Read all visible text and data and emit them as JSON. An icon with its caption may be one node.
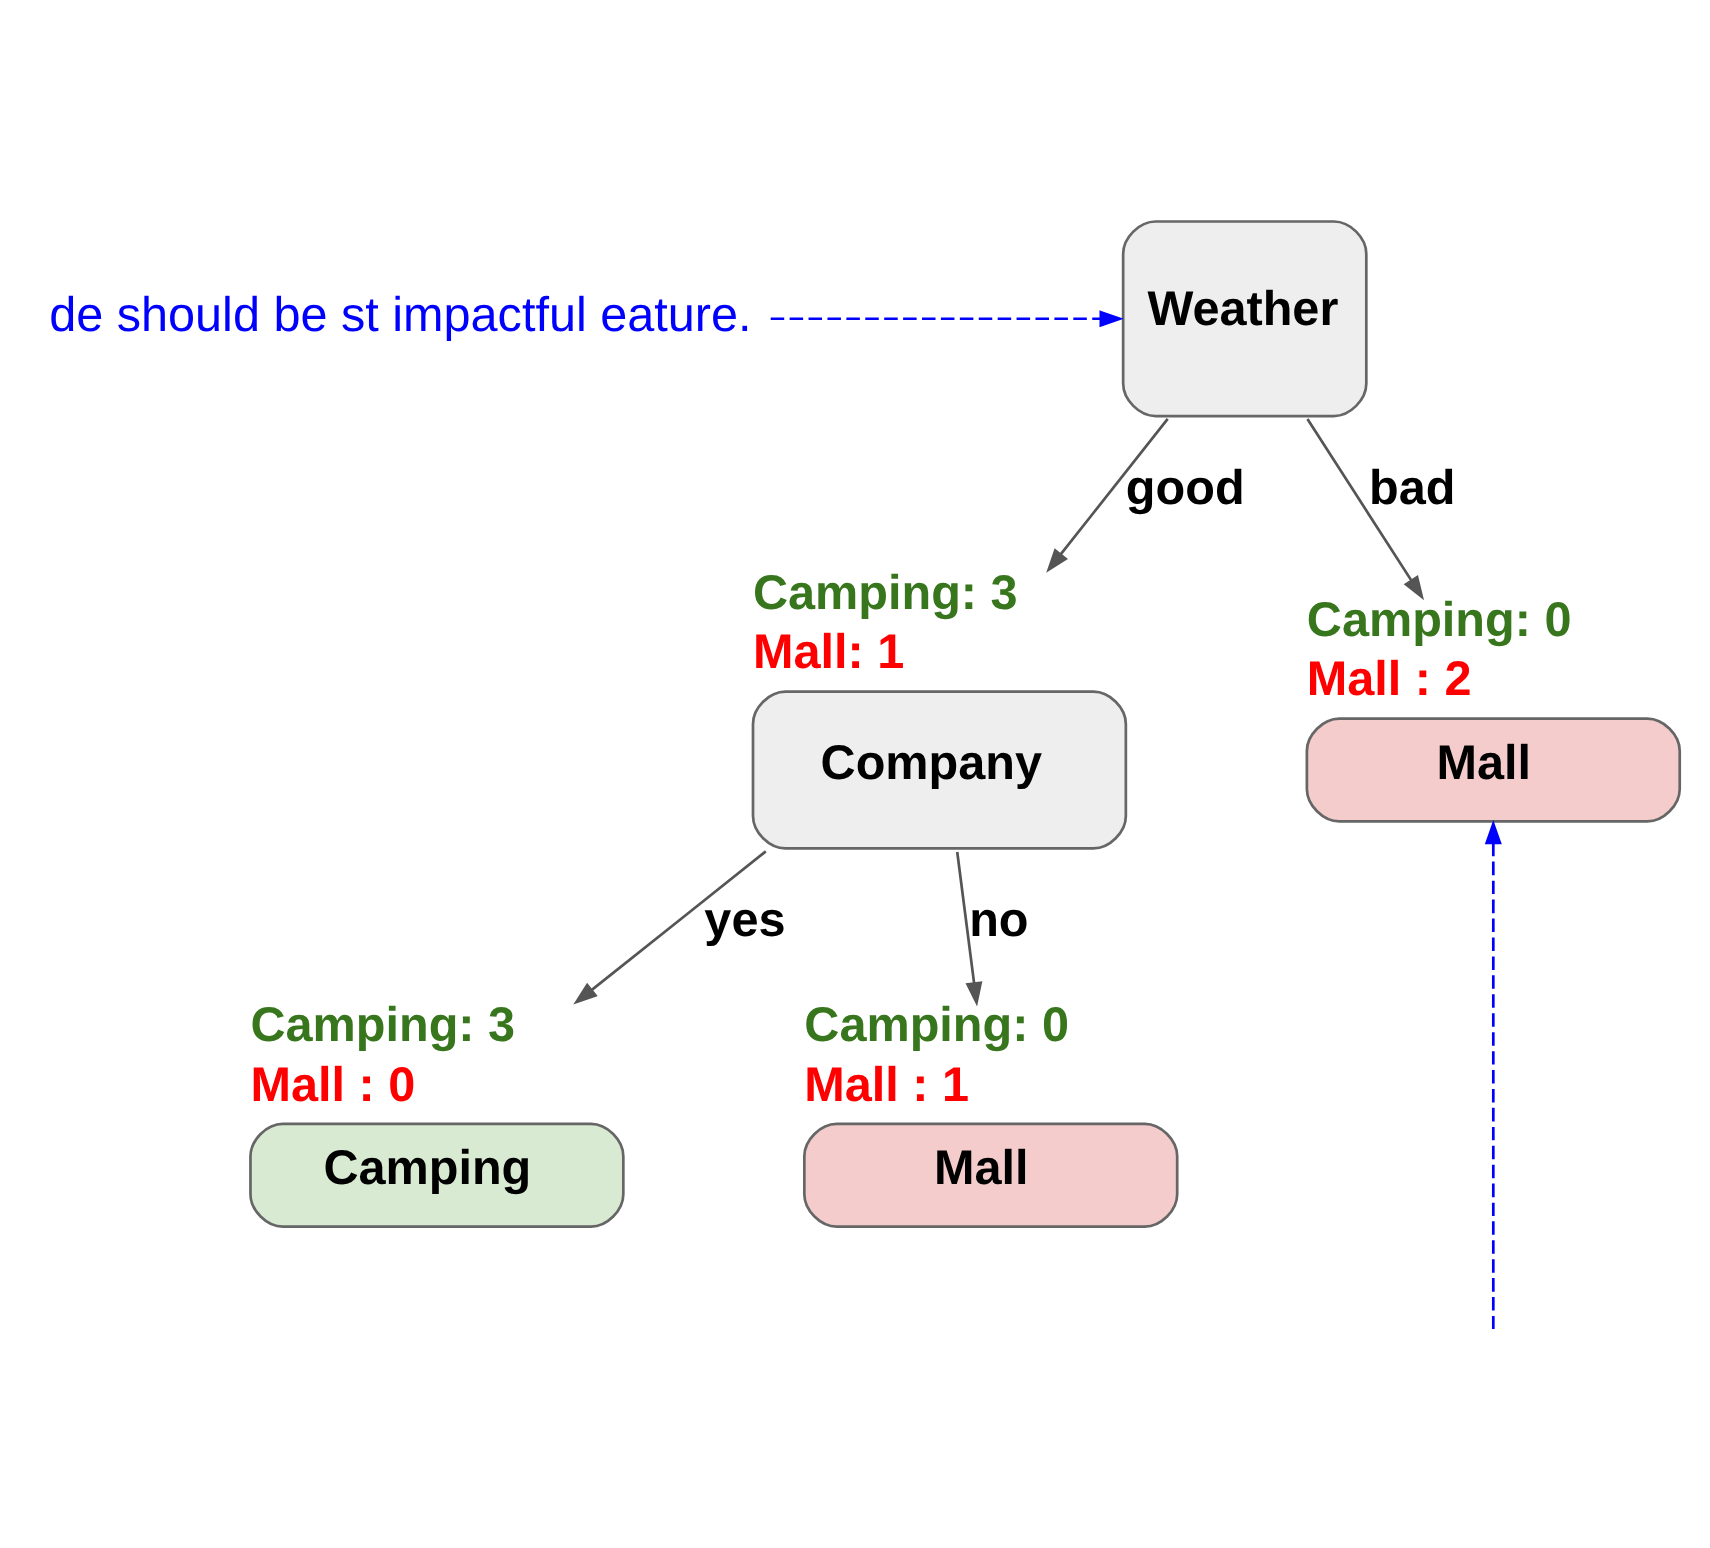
{
  "diagram": {
    "nodes": [
      {
        "text": [
          "de should be st impactful eature."
        ]
      },
      {
        "text": [
          "Weather"
        ]
      },
      {
        "text": [
          "Company"
        ],
        "beside": [
          "Camping: 3",
          "Mall: 1"
        ]
      },
      {
        "text": [
          "Mall"
        ],
        "beside": [
          "Camping: 0",
          "Mall : 2"
        ]
      },
      {
        "text": [
          "Camping"
        ],
        "beside": [
          "Camping: 3",
          "Mall : 0"
        ]
      },
      {
        "text": [
          "Mall"
        ],
        "beside": [
          "Camping: 0",
          "Mall : 1"
        ]
      }
    ],
    "edges": [
      {
        "from": 0,
        "to": 1,
        "arrow": "to",
        "style": "dashed",
        "color": "#0000ff"
      },
      {
        "from": 1,
        "to": 2,
        "arrow": "to",
        "label": "good"
      },
      {
        "from": 1,
        "to": 3,
        "arrow": "to",
        "label": "bad"
      },
      {
        "from": 2,
        "to": 4,
        "arrow": "to",
        "label": "yes"
      },
      {
        "from": 2,
        "to": 5,
        "arrow": "to",
        "label": "no"
      },
      {
        "from": null,
        "to": 3,
        "arrow": "to",
        "style": "dashed",
        "color": "#0000ff"
      }
    ]
  }
}
